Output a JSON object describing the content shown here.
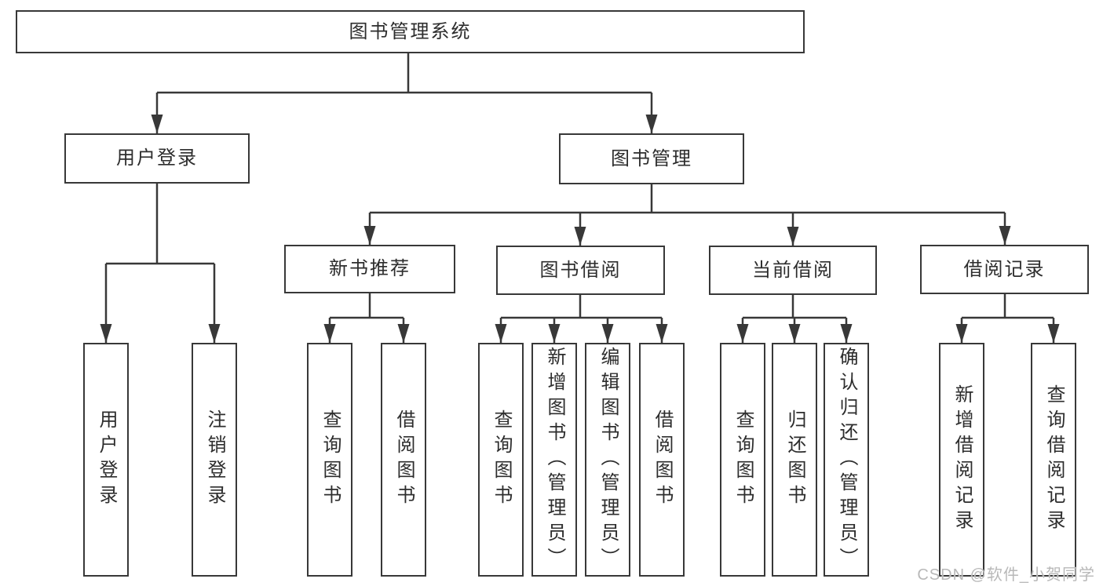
{
  "root": {
    "label": "图书管理系统"
  },
  "level2": {
    "user_login": {
      "label": "用户登录"
    },
    "book_management": {
      "label": "图书管理"
    }
  },
  "level3": {
    "new_book_recommendation": {
      "label": "新书推荐"
    },
    "book_borrowing": {
      "label": "图书借阅"
    },
    "current_borrowing": {
      "label": "当前借阅"
    },
    "borrowing_records": {
      "label": "借阅记录"
    }
  },
  "leaves": {
    "user_login": {
      "label": "用户登录"
    },
    "logout": {
      "label": "注销登录"
    },
    "recommend_query_books": {
      "label": "查询图书"
    },
    "recommend_borrow_books": {
      "label": "借阅图书"
    },
    "borrow_query_books": {
      "label": "查询图书"
    },
    "borrow_add_books_admin": {
      "label": "新增图书（管理员）"
    },
    "borrow_edit_books_admin": {
      "label": "编辑图书（管理员）"
    },
    "borrow_borrow_books": {
      "label": "借阅图书"
    },
    "current_query_books": {
      "label": "查询图书"
    },
    "current_return_books": {
      "label": "归还图书"
    },
    "current_confirm_return_admin": {
      "label": "确认归还（管理员）"
    },
    "records_add_record": {
      "label": "新增借阅记录"
    },
    "records_query_record": {
      "label": "查询借阅记录"
    }
  },
  "watermark": {
    "text": "CSDN @软件_小贺同学"
  },
  "colors": {
    "line": "#383838",
    "text": "#2d2d2d",
    "watermark": "#b8b8b8",
    "background": "#ffffff"
  }
}
